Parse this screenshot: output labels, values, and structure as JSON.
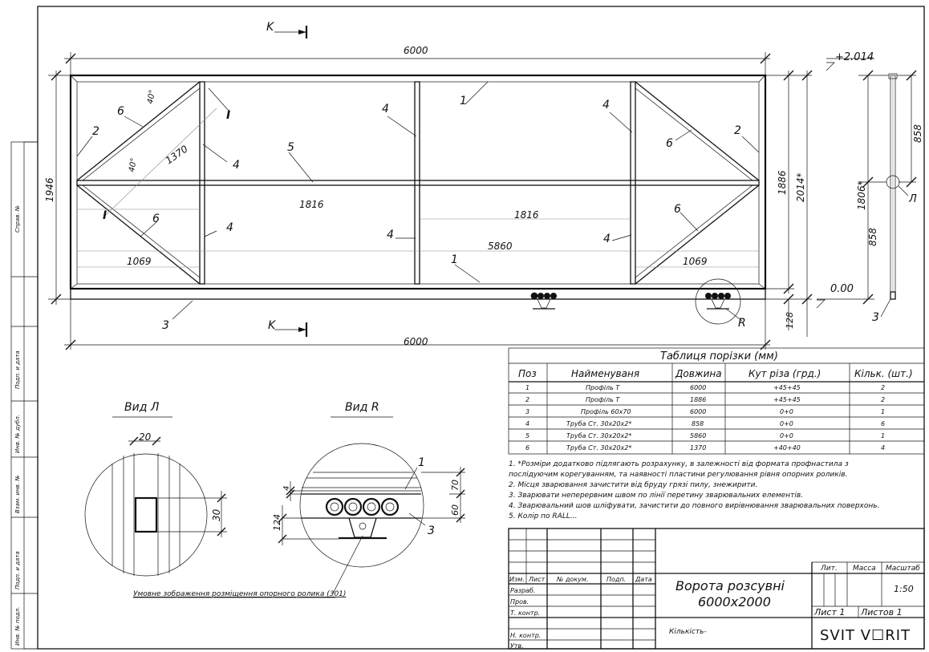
{
  "side_strip": [
    "Справ. №",
    "Подп. и дата",
    "Инв. № дубл.",
    "Взам. инв. №",
    "Подп. и дата",
    "Инв. № подл."
  ],
  "section_marks": {
    "top": "K",
    "bottom": "K"
  },
  "dims": {
    "top_width": "6000",
    "bottom_width": "6000",
    "left_height": "1946",
    "right_h1": "1886",
    "right_h2": "2014*",
    "bottom_offset": "128",
    "d1816a": "1816",
    "d1816b": "1816",
    "d5860": "5860",
    "d1069a": "1069",
    "d1069b": "1069",
    "d1370": "1370",
    "angle_a": "40°",
    "angle_b": "40°"
  },
  "side_view": {
    "elev_top": "+2.014",
    "elev_zero": "0.00",
    "h1806": "1806*",
    "h858a": "858",
    "h858b": "858",
    "view_mark": "Л",
    "pos3": "3"
  },
  "callouts": {
    "p1a": "1",
    "p1b": "1",
    "p2a": "2",
    "p2b": "2",
    "p3": "3",
    "p4a": "4",
    "p4b": "4",
    "p4c": "4",
    "p4d": "4",
    "p4e": "4",
    "p4f": "4",
    "p5": "5",
    "p6a": "6",
    "p6b": "6",
    "p6c": "6",
    "p6d": "6",
    "markR": "R",
    "i1": "I",
    "i2": "I"
  },
  "view_l": {
    "title": "Вид Л",
    "dim_w": "20",
    "dim_h": "30"
  },
  "view_r": {
    "title": "Вид R",
    "dim124": "124",
    "dim4": "4",
    "dim60": "60",
    "dim70": "70",
    "p1": "1",
    "p3": "3"
  },
  "caption": "Умовне зображення розміщення опорного ролика (301)",
  "cut_table": {
    "title": "Таблиця порізки (мм)",
    "headers": [
      "Поз",
      "Найменуваня",
      "Довжина",
      "Кут різа (грд.)",
      "Кільк. (шт.)"
    ],
    "rows": [
      [
        "1",
        "Профіль Т",
        "6000",
        "+45+45",
        "2"
      ],
      [
        "2",
        "Профіль Т",
        "1886",
        "+45+45",
        "2"
      ],
      [
        "3",
        "Профіль 60х70",
        "6000",
        "0+0",
        "1"
      ],
      [
        "4",
        "Труба Ст. 30х20х2*",
        "858",
        "0+0",
        "6"
      ],
      [
        "5",
        "Труба Ст. 30х20х2*",
        "5860",
        "0+0",
        "1"
      ],
      [
        "6",
        "Труба Ст. 30х20х2*",
        "1370",
        "+40+40",
        "4"
      ]
    ]
  },
  "notes": [
    "1.   *Розміри додатково підлягають розрахунку, в залежності від формата профнастила з",
    "      послідуючим корегуванням, та наявності пластини регулювання рівня опорних роликів.",
    "2.   Місця зварювання зачистити від бруду грязі пилу, знежирити.",
    "3.   Зварювати неперервним швом по лінії перетину зварювальних елементів.",
    "4.   Зварювальний шов шліфувати, зачистити до повного вирівнювання зварювальних поверхонь.",
    "5.   Колір по RALL..."
  ],
  "title_block": {
    "cols": [
      "Изм.",
      "Лист",
      "№ докум.",
      "Подп.",
      "Дата"
    ],
    "roles": [
      "Разраб.",
      "Пров.",
      "Т. контр.",
      "",
      "Н. контр.",
      "Утв."
    ],
    "title1": "Ворота розсувні",
    "title2": "6000х2000",
    "qty": "Кількість-",
    "lit": "Лит.",
    "mass": "Масса",
    "scale_h": "Масштаб",
    "scale": "1:50",
    "sheet": "Лист 1",
    "sheets": "Листов 1",
    "company": "SVIT   V☐RIT"
  }
}
